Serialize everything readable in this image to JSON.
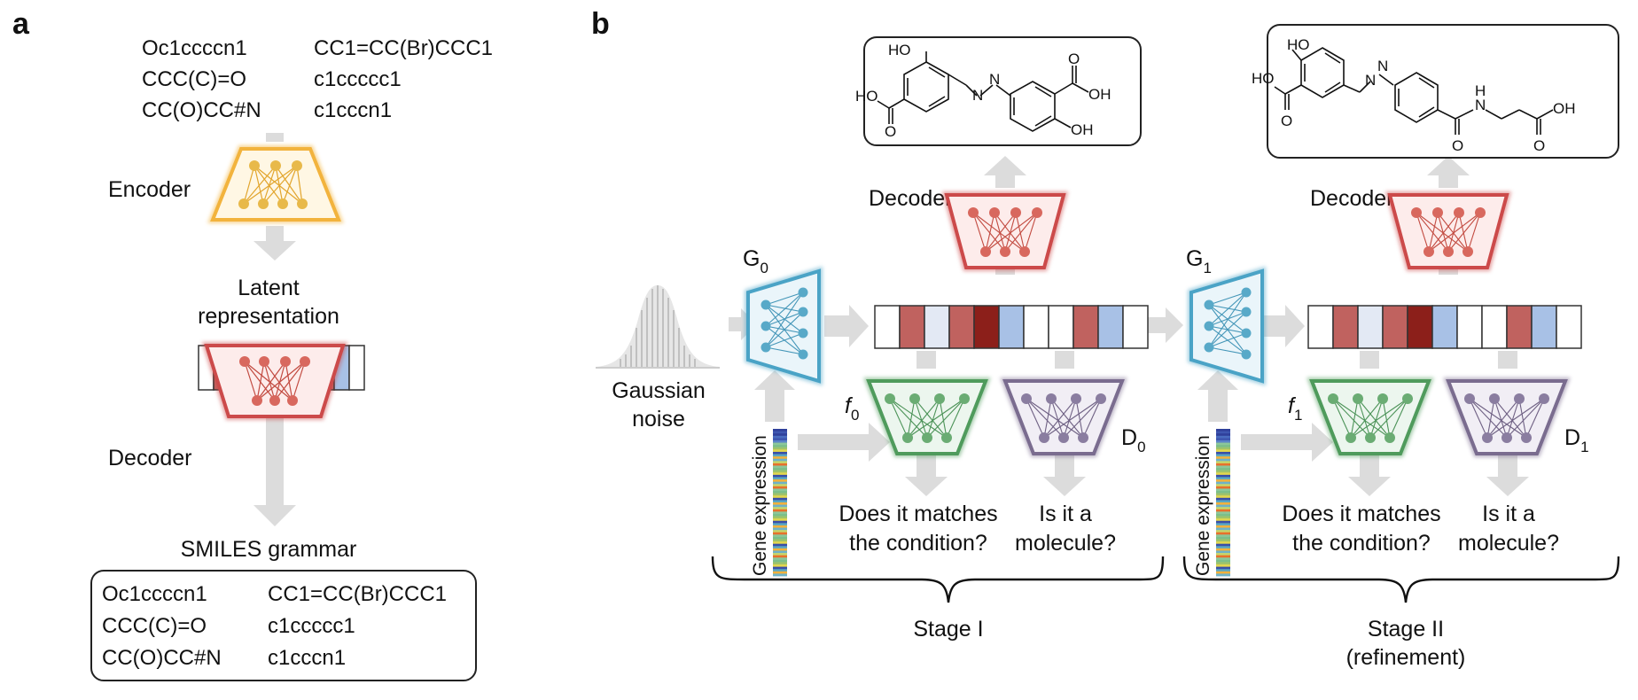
{
  "panel_a": {
    "label": "a",
    "smiles_left": [
      "Oc1ccccn1",
      "CCC(C)=O",
      "CC(O)CC#N"
    ],
    "smiles_right": [
      "CC1=CC(Br)CCC1",
      "c1ccccc1",
      "c1cccn1"
    ],
    "encoder_label": "Encoder",
    "latent_label_line1": "Latent",
    "latent_label_line2": "representation",
    "decoder_label": "Decoder",
    "grammar_title": "SMILES grammar",
    "grammar_left": [
      "Oc1ccccn1",
      "CCC(C)=O",
      "CC(O)CC#N"
    ],
    "grammar_right": [
      "CC1=CC(Br)CCC1",
      "c1ccccc1",
      "c1cccn1"
    ]
  },
  "panel_b": {
    "label": "b",
    "noise_line1": "Gaussian",
    "noise_line2": "noise",
    "gene_expression": "Gene expression",
    "decoder_label": "Decoder",
    "g0": "G",
    "g0_sub": "0",
    "g1": "G",
    "g1_sub": "1",
    "f0": "f",
    "f0_sub": "0",
    "f1": "f",
    "f1_sub": "1",
    "d0": "D",
    "d0_sub": "0",
    "d1": "D",
    "d1_sub": "1",
    "question_match_line1": "Does it matches",
    "question_match_line2": "the condition?",
    "question_mol_line1": "Is it a",
    "question_mol_line2": "molecule?",
    "stage1": "Stage I",
    "stage2_line1": "Stage II",
    "stage2_line2": "(refinement)",
    "mol1_atoms": [
      "HO",
      "HO",
      "O",
      "OH",
      "OH",
      "O",
      "N",
      "N"
    ],
    "mol2_atoms": [
      "HO",
      "HO",
      "O",
      "N",
      "N",
      "O",
      "N",
      "H",
      "OH",
      "O"
    ]
  },
  "latent_colors": [
    "#ffffff",
    "#c0625f",
    "#e3e9f4",
    "#c0625f",
    "#8c1f1a",
    "#a8c1e6",
    "#ffffff",
    "#ffffff",
    "#c0625f",
    "#a8c1e6",
    "#ffffff"
  ],
  "colors": {
    "encoder": "#f2b33d",
    "decoder": "#cc4a4a",
    "generator": "#4aa3c6",
    "condition": "#4f9b5c",
    "discriminator": "#7a6c8f",
    "arrow": "#dcdcdc"
  },
  "icons": [
    "neural-net-encoder-icon",
    "neural-net-decoder-icon",
    "neural-net-generator-icon",
    "neural-net-condition-icon",
    "neural-net-discriminator-icon",
    "gaussian-histogram-icon",
    "gene-expression-bar-icon",
    "molecule-structure-icon"
  ]
}
